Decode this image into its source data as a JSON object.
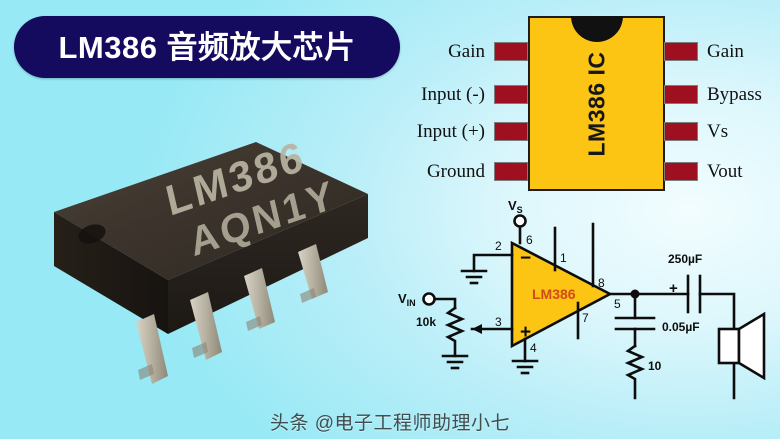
{
  "title": {
    "text": "LM386 音频放大芯片",
    "pill_color": "#140A5E",
    "text_color": "#FFFFFF"
  },
  "background": {
    "color": "#8FE8F5",
    "highlight_color": "#F2FDFF"
  },
  "chip_photo": {
    "alt": "LM386 DIP-8 integrated circuit photo",
    "marking_line1": "LM386",
    "marking_line2": "AQN1Y",
    "body_color": "#3B332C",
    "lead_color": "#C9C3B4"
  },
  "pinout": {
    "ic_label": "LM386 IC",
    "body_color": "#FCC513",
    "pin_color": "#9E1020",
    "notch_color": "#111111",
    "left_pins": [
      {
        "label": "Gain"
      },
      {
        "label": "Input (-)"
      },
      {
        "label": "Input (+)"
      },
      {
        "label": "Ground"
      }
    ],
    "right_pins": [
      {
        "label": "Gain"
      },
      {
        "label": "Bypass"
      },
      {
        "label": "Vs"
      },
      {
        "label": "Vout"
      }
    ]
  },
  "schematic": {
    "amp_label": "LM386",
    "amp_color": "#FCC513",
    "amp_label_color": "#D4491B",
    "supply_label": "V",
    "supply_sub": "S",
    "input_label": "V",
    "input_sub": "IN",
    "plus_sign": "+",
    "minus_sign": "−",
    "pot_value": "10k",
    "cap_coupling": "250µF",
    "cap_coupling_polarity": "+",
    "cap_bypass": "0.05µF",
    "resistor_value": "10",
    "pin_numbers": {
      "inverting": "2",
      "noninverting": "3",
      "ground": "4",
      "output": "5",
      "supply": "6",
      "bypass": "7",
      "gain_a": "1",
      "gain_b": "8"
    }
  },
  "watermark": {
    "text": "头条 @电子工程师助理小七"
  }
}
